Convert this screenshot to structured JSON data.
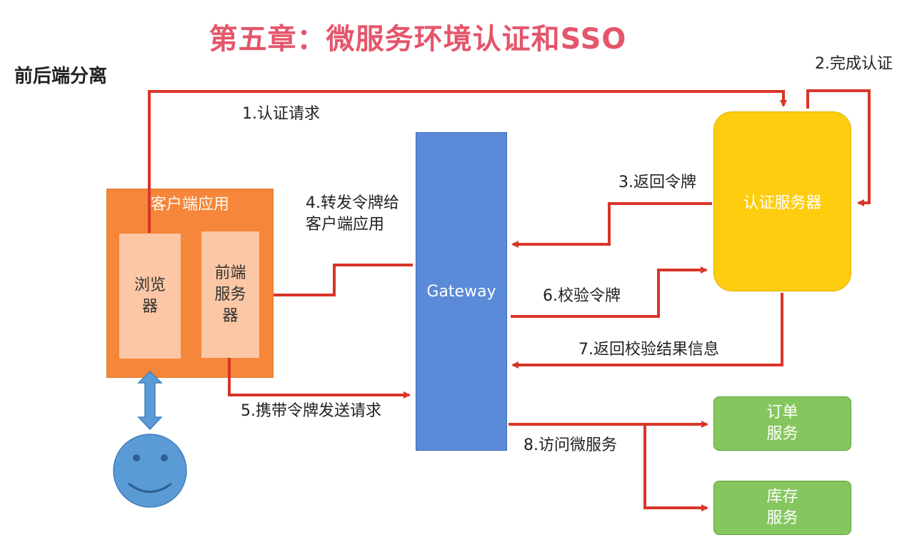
{
  "title": "第五章：微服务环境认证和SSO",
  "subtitle": "前后端分离",
  "nodes": {
    "client_app": "客户端应用",
    "browser": "浏览\n器",
    "frontend_server": "前端\n服务\n器",
    "gateway": "Gateway",
    "auth_server": "认证服务器",
    "order_service": "订单\n服务",
    "stock_service": "库存\n服务"
  },
  "steps": {
    "s1": "1.认证请求",
    "s2": "2.完成认证",
    "s3": "3.返回令牌",
    "s4": "4.转发令牌给\n客户端应用",
    "s5": "5.携带令牌发送请求",
    "s6": "6.校验令牌",
    "s7": "7.返回校验结果信息",
    "s8": "8.访问微服务"
  },
  "colors": {
    "title": "#e4566b",
    "arrow": "#d9352a",
    "client": "#f5863a",
    "inner": "#fbc7a5",
    "gateway": "#5a8ad8",
    "auth": "#fecd0f",
    "service": "#85c75e",
    "user": "#5b9bd5"
  },
  "icons": [
    "user-smiley-icon",
    "double-arrow-icon"
  ]
}
